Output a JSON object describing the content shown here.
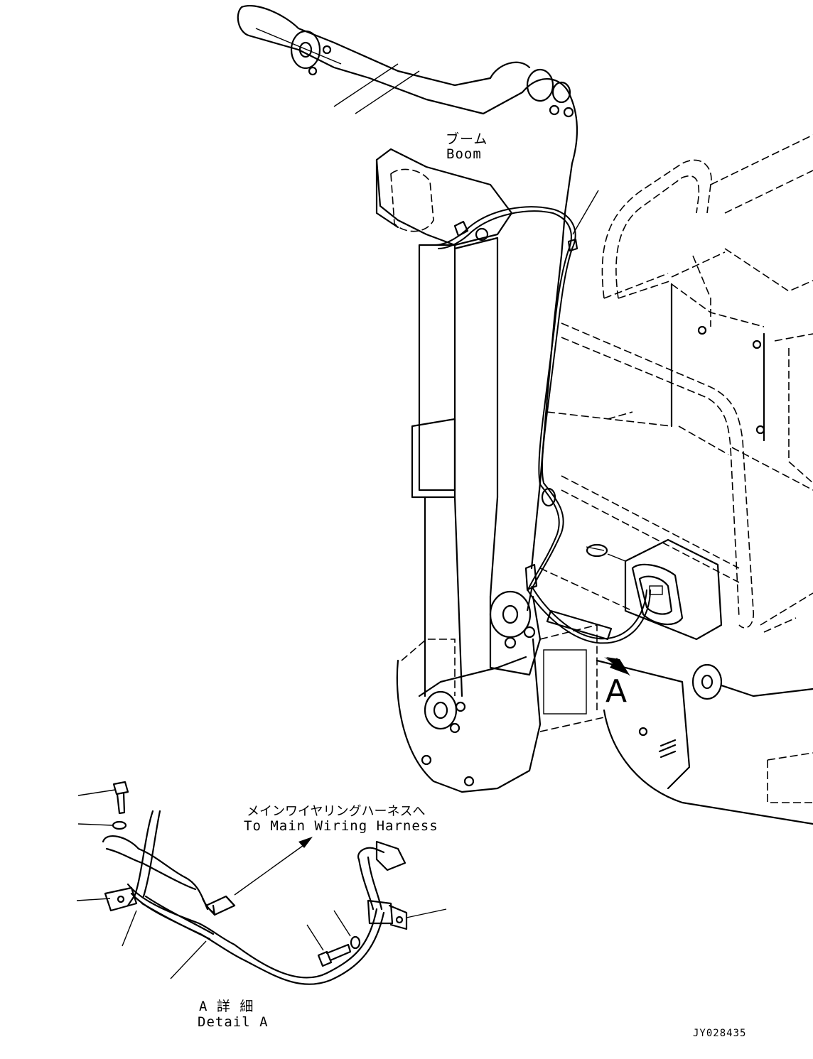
{
  "labels": {
    "boom_jp": "ブーム",
    "boom_en": "Boom",
    "view_letter": "A",
    "harness_jp": "メインワイヤリングハーネスへ",
    "harness_en": "To Main Wiring Harness",
    "detail_jp": "A 詳 細",
    "detail_en": "Detail A",
    "drawing_code": "JY028435"
  },
  "icons": {
    "view_arrow": "view-direction-arrow-icon",
    "flow_arrow": "arrowhead-icon"
  }
}
